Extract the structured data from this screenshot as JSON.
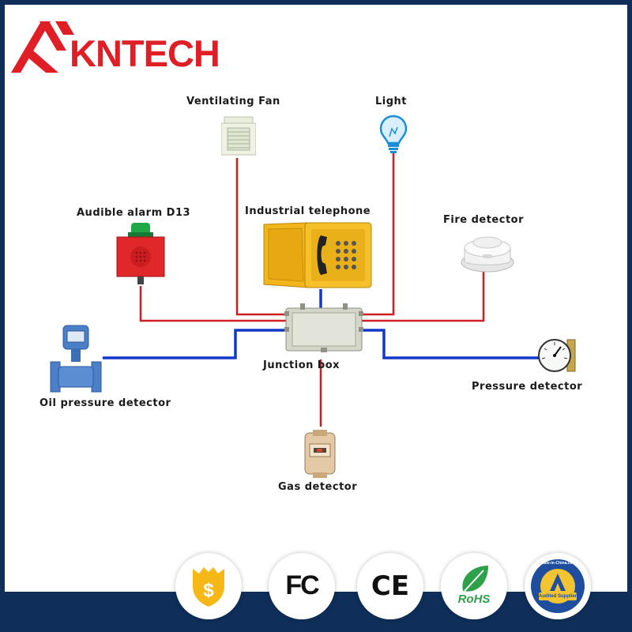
{
  "brand": {
    "name": "KNTECH"
  },
  "components": {
    "ventilating_fan": "Ventilating Fan",
    "light": "Light",
    "audible_alarm": "Audible alarm D13",
    "industrial_telephone": "Industrial telephone",
    "fire_detector": "Fire detector",
    "junction_box": "Junction box",
    "oil_pressure_detector": "Oil pressure detector",
    "pressure_detector": "Pressure detector",
    "gas_detector": "Gas detector"
  },
  "certifications": {
    "fc_text": "FC",
    "ce_text": "CE",
    "rohs_text": "RoHS",
    "audited_supplier_text": "Audited Supplier",
    "made_in_china_text": "Made-in-China.com"
  },
  "colors": {
    "brand_red": "#e01e26",
    "frame_blue": "#0f2f5a",
    "wire_red": "#cc1f24",
    "wire_blue": "#1238c8"
  }
}
